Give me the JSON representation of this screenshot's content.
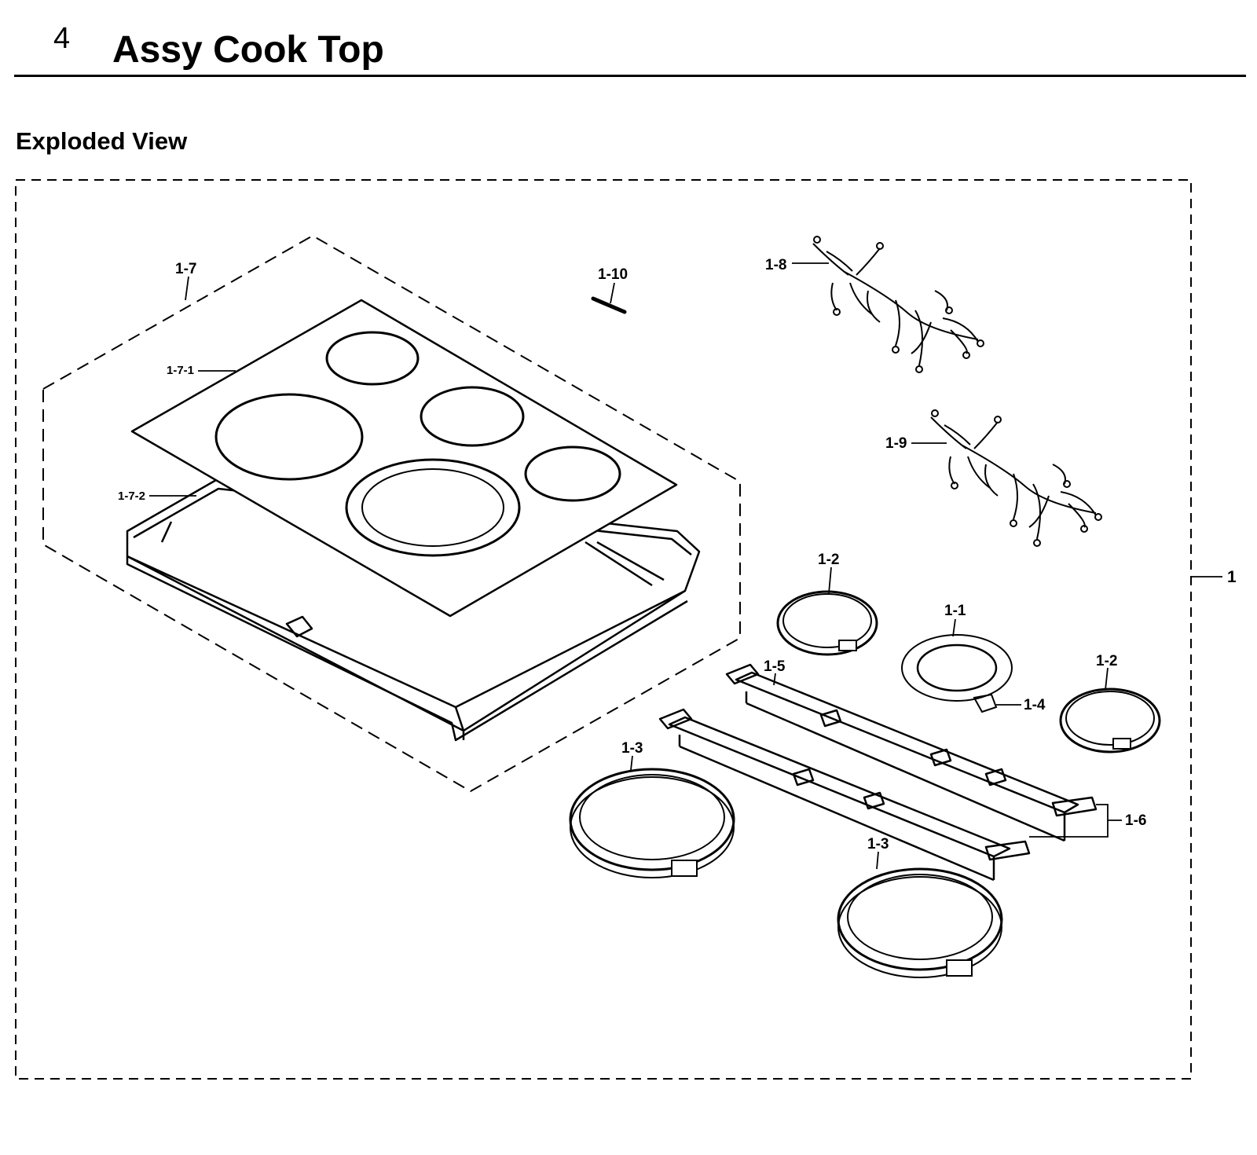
{
  "section": {
    "number": "4",
    "title": "Assy Cook Top"
  },
  "subtitle": "Exploded View",
  "callouts": {
    "c1": "1",
    "c1_1": "1-1",
    "c1_2a": "1-2",
    "c1_2b": "1-2",
    "c1_3a": "1-3",
    "c1_3b": "1-3",
    "c1_4": "1-4",
    "c1_5": "1-5",
    "c1_6": "1-6",
    "c1_7": "1-7",
    "c1_7_1": "1-7-1",
    "c1_7_2": "1-7-2",
    "c1_8": "1-8",
    "c1_9": "1-9",
    "c1_10": "1-10"
  }
}
